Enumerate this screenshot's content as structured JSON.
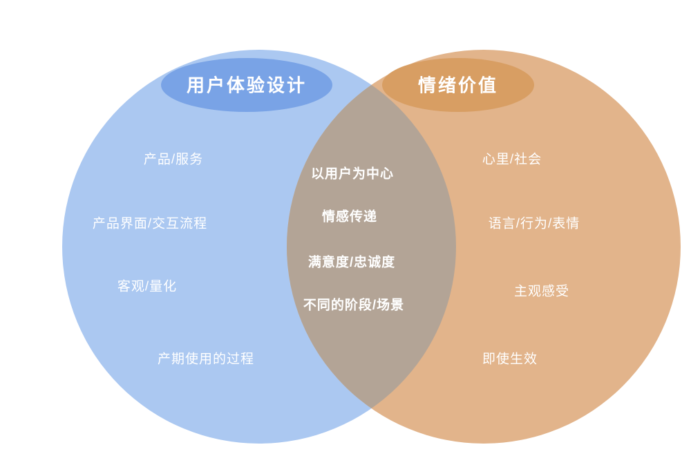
{
  "venn": {
    "left": {
      "title": "用户体验设计",
      "items": [
        "产品/服务",
        "产品界面/交互流程",
        "客观/量化",
        "产期使用的过程"
      ]
    },
    "right": {
      "title": "情绪价值",
      "items": [
        "心里/社会",
        "语言/行为/表情",
        "主观感受",
        "即使生效"
      ]
    },
    "overlap": {
      "items": [
        "以用户为中心",
        "情感传递",
        "满意度/忠诚度",
        "不同的阶段/场景"
      ]
    },
    "colors": {
      "left_circle": "#abc8f1",
      "right_circle": "#e2b48b",
      "overlap": "#b3a496",
      "left_title_bg": "#79a3e6",
      "right_title_bg": "#d89e63",
      "text": "#ffffff"
    }
  }
}
